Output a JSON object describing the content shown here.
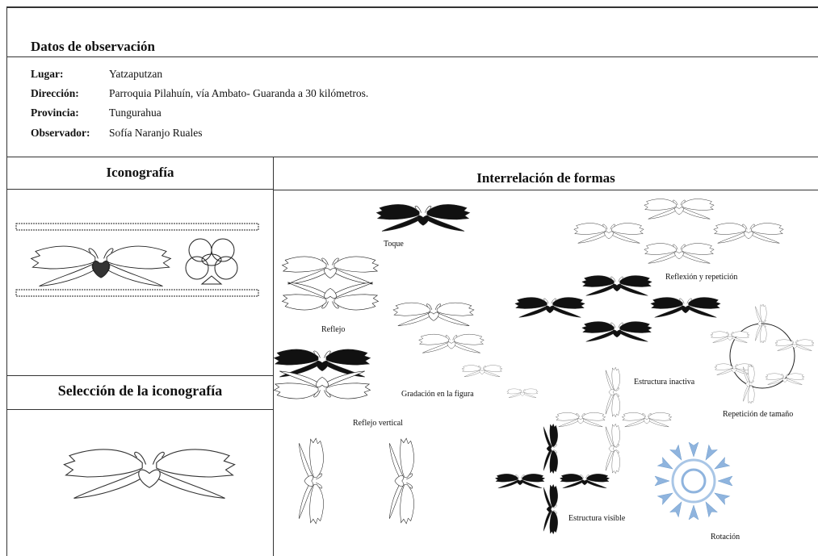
{
  "header": {
    "title": "Datos de observación"
  },
  "info": [
    {
      "label": "Lugar:",
      "value": "Yatzaputzan"
    },
    {
      "label": "Dirección:",
      "value": "Parroquia Pilahuín,  vía Ambato- Guaranda a  30 kilómetros."
    },
    {
      "label": "Provincia:",
      "value": "Tungurahua"
    },
    {
      "label": "Observador:",
      "value": "Sofía Naranjo Ruales"
    }
  ],
  "sections": {
    "iconografia": "Iconografía",
    "seleccion": "Selección de la iconografía",
    "interrelacion": "Interrelación de formas"
  },
  "labels": {
    "toque": "Toque",
    "reflejo": "Reflejo",
    "gradacion": "Gradación en la figura",
    "reflexion": "Reflexión y repetición",
    "estructura_inactiva": "Estructura inactiva",
    "repeticion": "Repetición de tamaño",
    "reflejo_vertical": "Reflejo vertical",
    "estructura_visible": "Estructura visible",
    "rotacion": "Rotación"
  },
  "colors": {
    "line": "#333333",
    "rotation": "#8fb4de"
  }
}
